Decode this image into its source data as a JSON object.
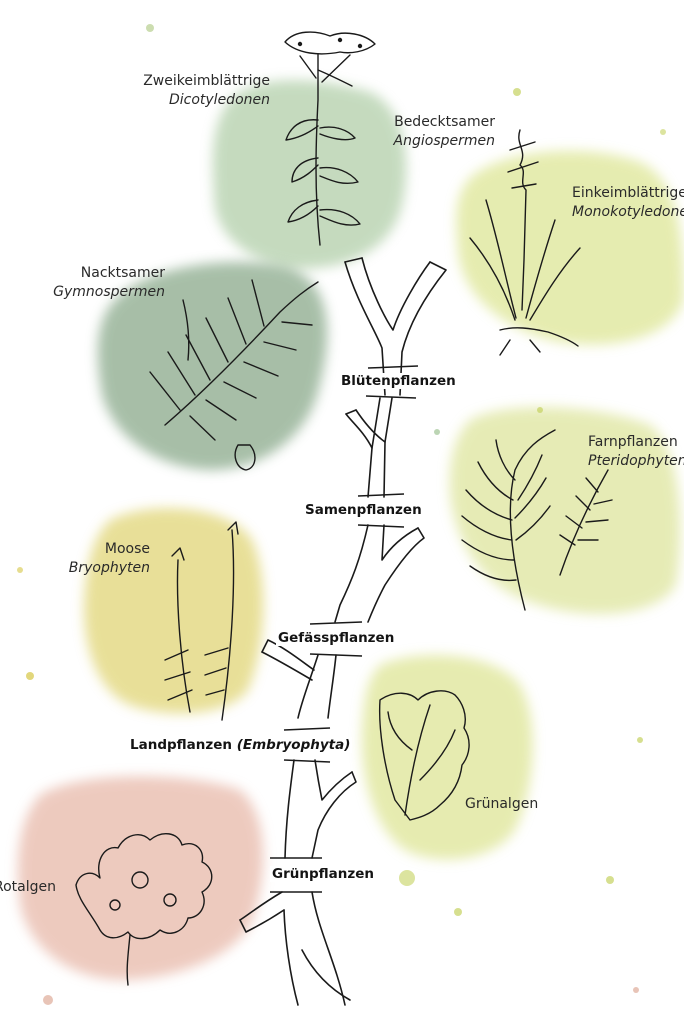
{
  "colors": {
    "green": "#6f9e66",
    "dark_green": "#476f4c",
    "yellow_green": "#c5d25f",
    "yellow": "#d4c840",
    "rose": "#d99c87",
    "ink": "#1a1a1a"
  },
  "nodes": {
    "bluetenpflanzen": "Blütenpflanzen",
    "samenpflanzen": "Samenpflanzen",
    "gefaesspflanzen": "Gefässpflanzen",
    "landpflanzen": "Landpflanzen",
    "landpflanzen_latin": "(Embryophyta)",
    "gruenpflanzen": "Grünpflanzen"
  },
  "taxa": {
    "dicots": {
      "common": "Zweikeimblättrige",
      "latin": "Dicotyledonen"
    },
    "angiosperms": {
      "common": "Bedecktsamer",
      "latin": "Angiospermen"
    },
    "monocots": {
      "common": "Einkeimblättrige",
      "latin": "Monokotyledonen"
    },
    "gymnosperms": {
      "common": "Nacktsamer",
      "latin": "Gymnospermen"
    },
    "ferns": {
      "common": "Farnpflanzen",
      "latin": "Pteridophyten"
    },
    "mosses": {
      "common": "Moose",
      "latin": "Bryophyten"
    },
    "green_algae": {
      "common": "Grünalgen"
    },
    "red_algae": {
      "common": "Rotalgen"
    }
  }
}
